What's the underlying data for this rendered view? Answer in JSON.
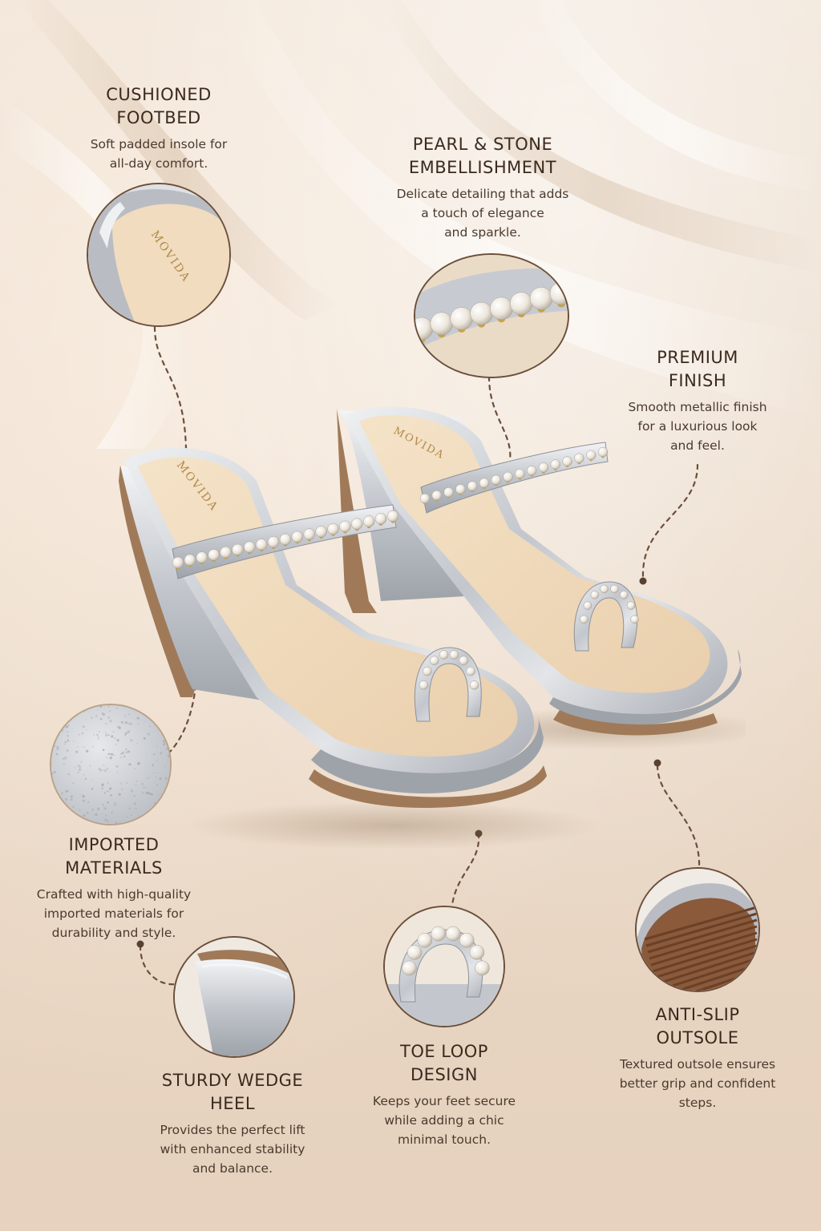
{
  "brand": "MOVIDA",
  "colors": {
    "heading": "#3b2a1e",
    "body_text": "#4a3a2e",
    "connector": "#6b4f3a",
    "silver": "#c9ccd1",
    "insole": "#f1dcbf",
    "outsole": "#8a5a3a"
  },
  "features": {
    "cushioned": {
      "title_line1": "CUSHIONED",
      "title_line2": "FOOTBED",
      "desc_line1": "Soft padded insole for",
      "desc_line2": "all-day comfort."
    },
    "pearl": {
      "title_line1": "PEARL & STONE",
      "title_line2": "EMBELLISHMENT",
      "desc_line1": "Delicate detailing that adds",
      "desc_line2": "a touch of elegance",
      "desc_line3": "and sparkle."
    },
    "premium": {
      "title_line1": "PREMIUM",
      "title_line2": "FINISH",
      "desc_line1": "Smooth metallic finish",
      "desc_line2": "for a luxurious look",
      "desc_line3": "and feel."
    },
    "imported": {
      "title_line1": "IMPORTED",
      "title_line2": "MATERIALS",
      "desc_line1": "Crafted with high-quality",
      "desc_line2": "imported materials for",
      "desc_line3": "durability and style."
    },
    "wedge": {
      "title_line1": "STURDY WEDGE",
      "title_line2": "HEEL",
      "desc_line1": "Provides the perfect lift",
      "desc_line2": "with enhanced stability",
      "desc_line3": "and balance."
    },
    "toeloop": {
      "title_line1": "TOE LOOP",
      "title_line2": "DESIGN",
      "desc_line1": "Keeps your feet secure",
      "desc_line2": "while adding a chic",
      "desc_line3": "minimal touch."
    },
    "antislip": {
      "title_line1": "ANTI-SLIP",
      "title_line2": "OUTSOLE",
      "desc_line1": "Textured outsole ensures",
      "desc_line2": "better grip and confident",
      "desc_line3": "steps."
    }
  }
}
